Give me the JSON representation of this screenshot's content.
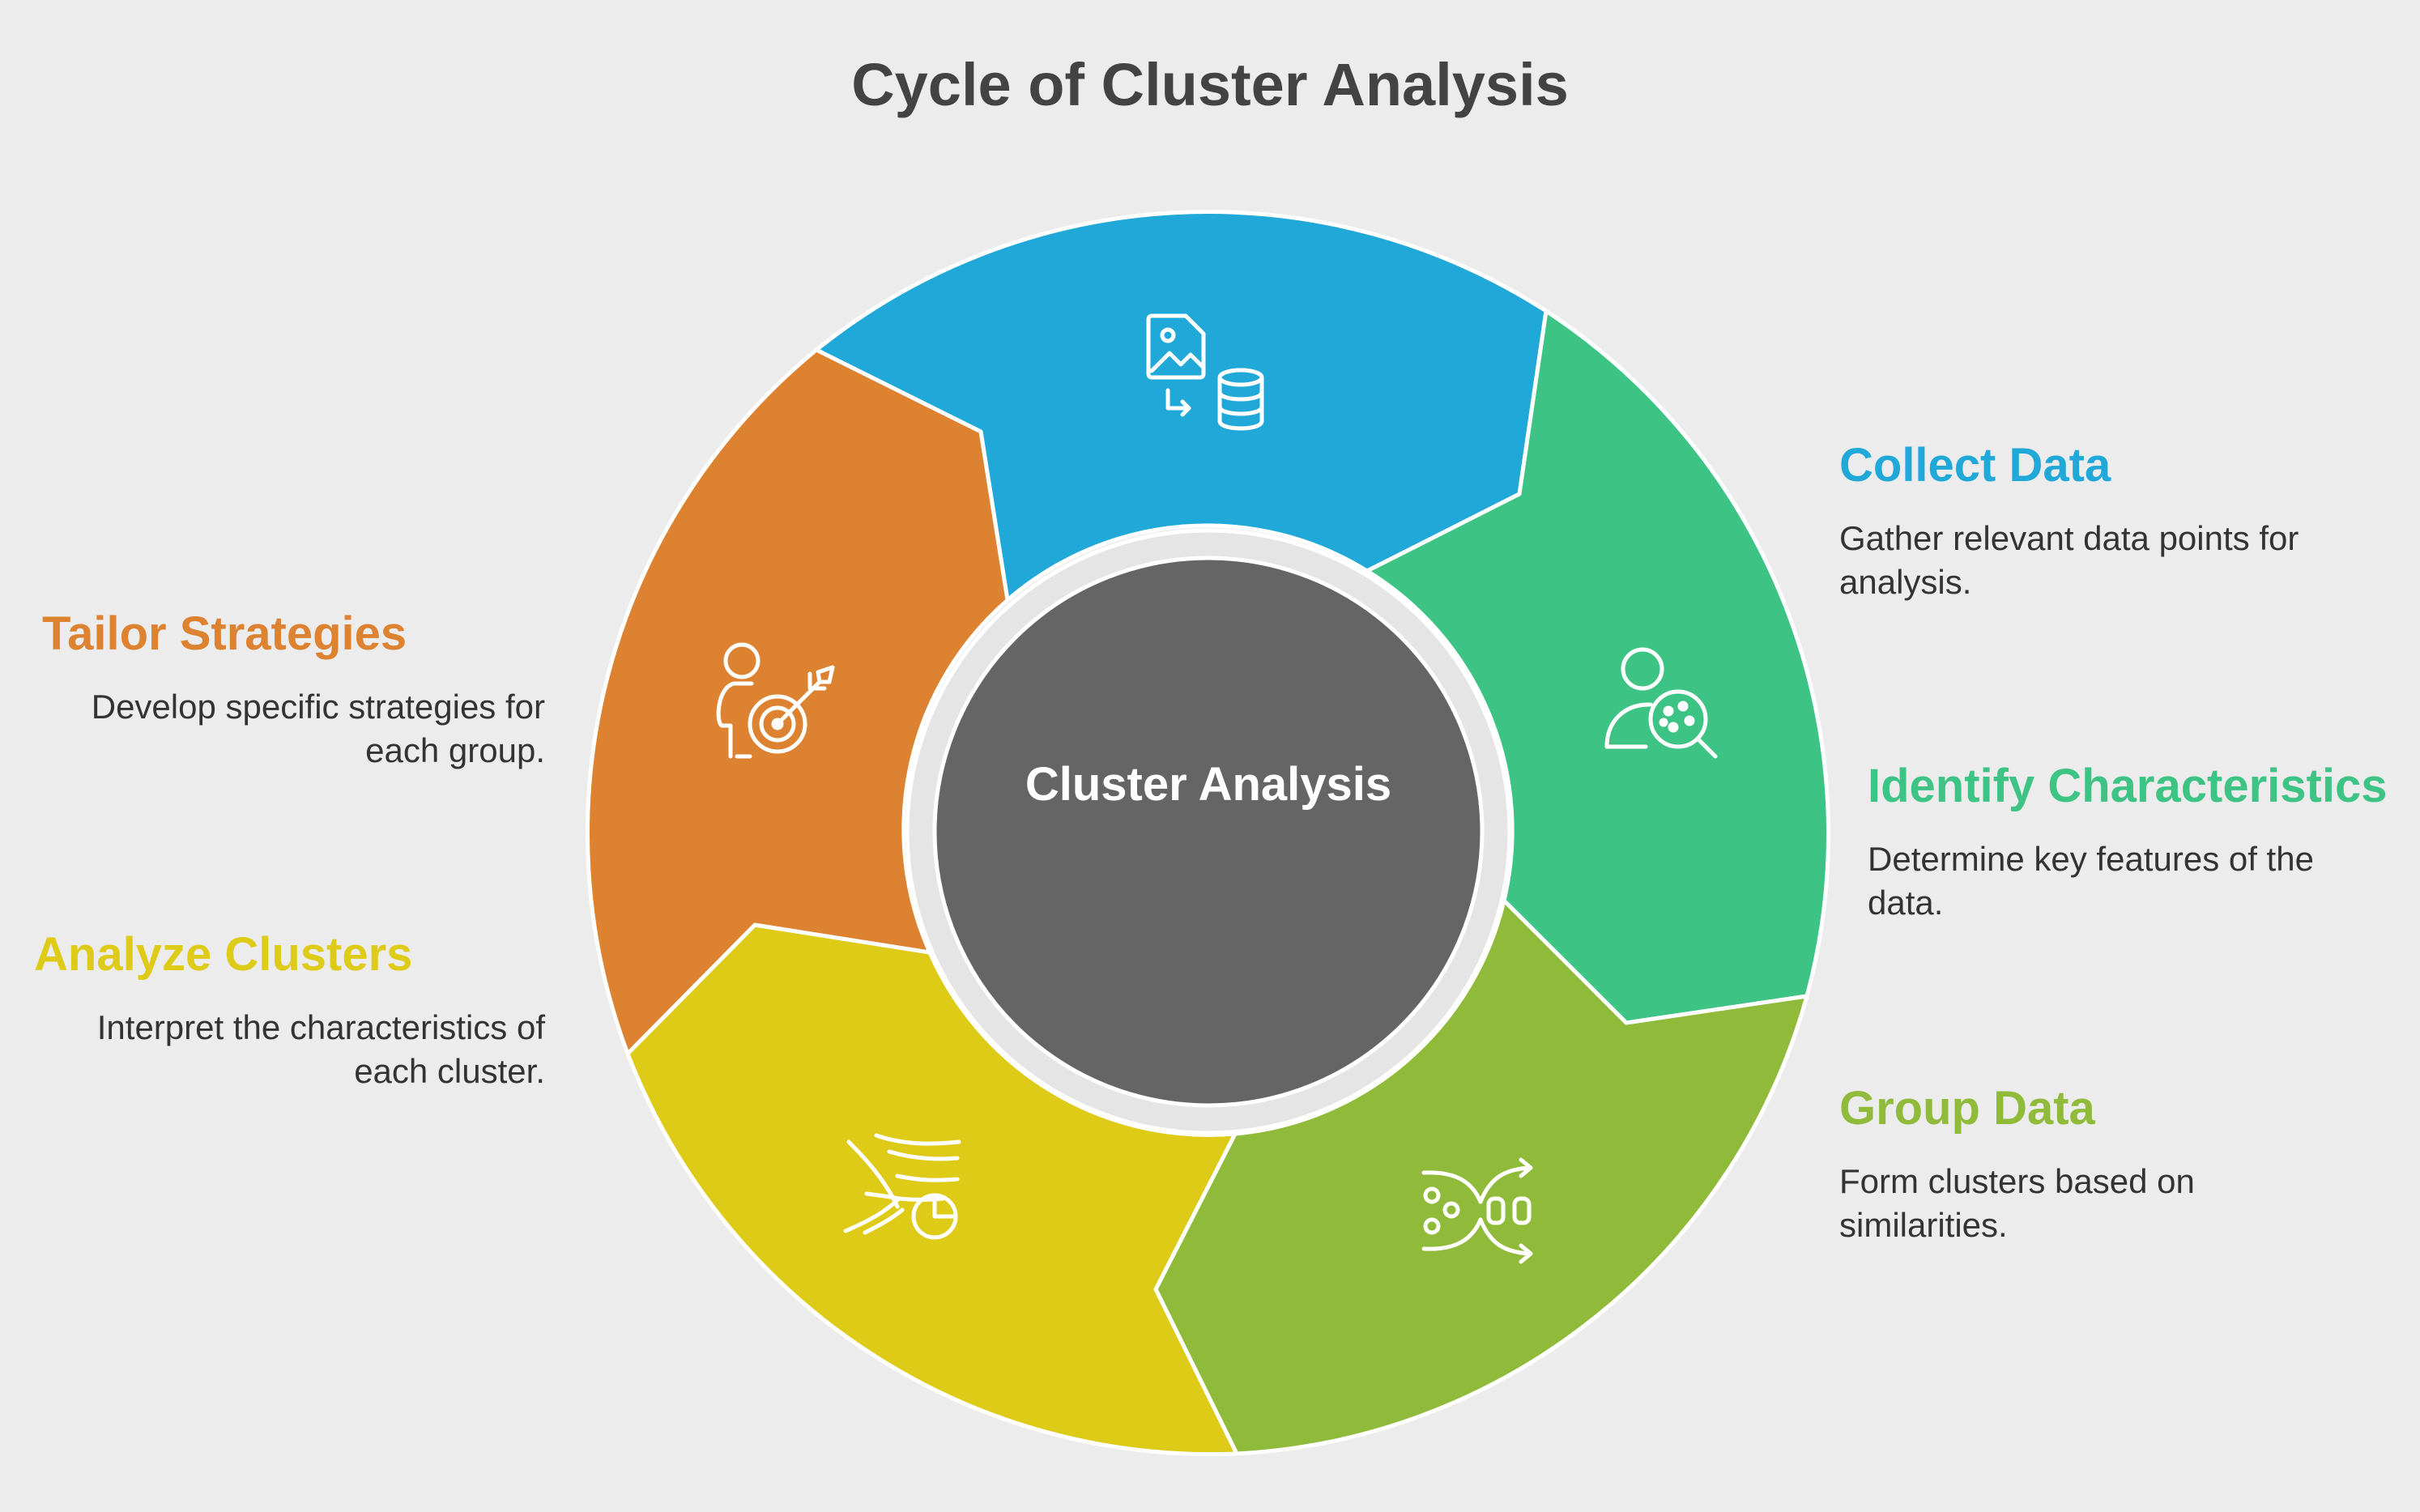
{
  "title": "Cycle of Cluster Analysis",
  "center": {
    "label": "Cluster Analysis"
  },
  "steps": [
    {
      "heading": "Collect Data",
      "description": "Gather relevant data points for analysis.",
      "color": "#1fa8d8",
      "icon": "image-to-database-icon"
    },
    {
      "heading": "Identify Characteristics",
      "description": "Determine key features of the data.",
      "color": "#3dc485",
      "icon": "user-magnifier-icon"
    },
    {
      "heading": "Group Data",
      "description": "Form clusters based on similarities.",
      "color": "#90bb3a",
      "icon": "dots-to-groups-icon"
    },
    {
      "heading": "Analyze Clusters",
      "description": "Interpret the characteristics of each cluster.",
      "color": "#ddcb18",
      "icon": "flow-pie-chart-icon"
    },
    {
      "heading": "Tailor Strategies",
      "description": "Develop specific strategies for each group.",
      "color": "#dd8230",
      "icon": "person-target-icon"
    }
  ],
  "colors": {
    "background": "#ececec",
    "center_fill": "#656565",
    "ring": "#e5e5e5",
    "title": "#434343"
  }
}
